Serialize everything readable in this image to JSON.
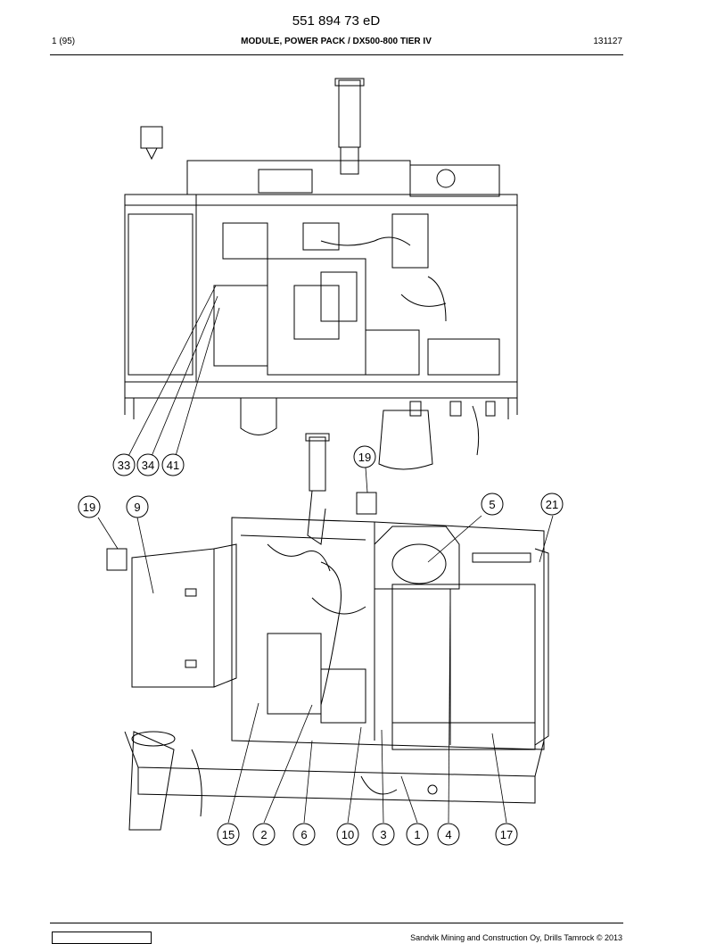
{
  "header": {
    "document_number": "551 894 73 eD",
    "page": "1 (95)",
    "title": "MODULE, POWER PACK / DX500-800 TIER IV",
    "date_code": "131127"
  },
  "footer": {
    "copyright": "Sandvik Mining and Construction Oy, Drills Tamrock © 2013"
  },
  "callouts": {
    "c33": "33",
    "c34": "34",
    "c41": "41",
    "c19a": "19",
    "c19b": "19",
    "c9": "9",
    "c5": "5",
    "c21": "21",
    "c15": "15",
    "c2": "2",
    "c6": "6",
    "c10": "10",
    "c3": "3",
    "c1": "1",
    "c4": "4",
    "c17": "17"
  }
}
